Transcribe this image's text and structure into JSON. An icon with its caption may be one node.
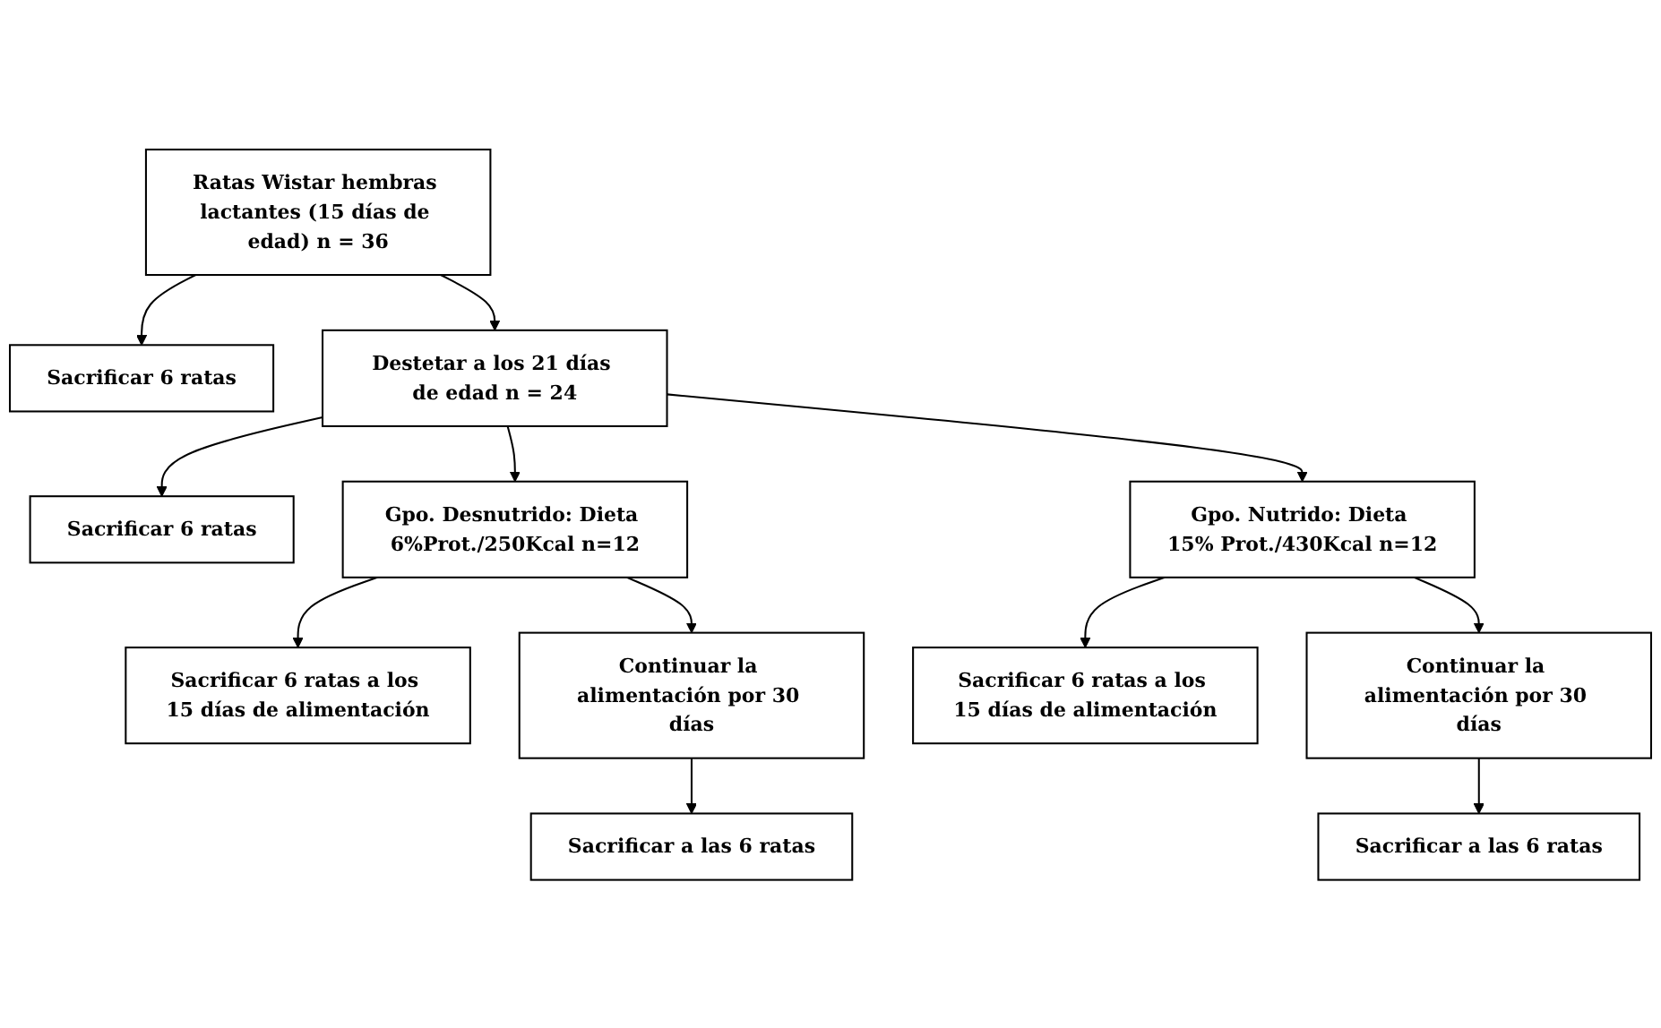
{
  "diagram": {
    "nodes": [
      {
        "text": [
          "Ratas Wistar hembras lactantes (15 días de edad) n = 36"
        ]
      },
      {
        "text": [
          "Sacrificar 6 ratas"
        ]
      },
      {
        "text": [
          "Destetar a los 21 días de edad n = 24"
        ]
      },
      {
        "text": [
          "Sacrificar 6 ratas"
        ]
      },
      {
        "text": [
          "Gpo. Desnutrido: Dieta 6%Prot./250Kcal n=12"
        ]
      },
      {
        "text": [
          "Gpo. Nutrido: Dieta 15% Prot./430Kcal n=12"
        ]
      },
      {
        "text": [
          "Sacrificar 6 ratas a los 15 días de alimentación"
        ]
      },
      {
        "text": [
          "Sacrificar 6 ratas a los 15 días de alimentación"
        ]
      },
      {
        "text": [
          "Continuar la alimentación por 30 días"
        ]
      },
      {
        "text": [
          "Continuar la alimentación por 30 días"
        ]
      },
      {
        "text": [
          "Sacrificar a las 6 ratas"
        ]
      },
      {
        "text": [
          "Sacrificar a las 6 ratas"
        ]
      }
    ],
    "edges": [
      {
        "from": 0,
        "to": 1,
        "arrow": "to"
      },
      {
        "from": 0,
        "to": 2,
        "arrow": "to"
      },
      {
        "from": 2,
        "to": 3,
        "arrow": "to"
      },
      {
        "from": 2,
        "to": 4,
        "arrow": "to"
      },
      {
        "from": 2,
        "to": 5,
        "arrow": "to"
      },
      {
        "from": 4,
        "to": 6,
        "arrow": "to"
      },
      {
        "from": 4,
        "to": 8,
        "arrow": "to"
      },
      {
        "from": 5,
        "to": 7,
        "arrow": "to"
      },
      {
        "from": 5,
        "to": 9,
        "arrow": "to"
      },
      {
        "from": 8,
        "to": 10,
        "arrow": "to"
      },
      {
        "from": 9,
        "to": 11,
        "arrow": "to"
      }
    ]
  }
}
